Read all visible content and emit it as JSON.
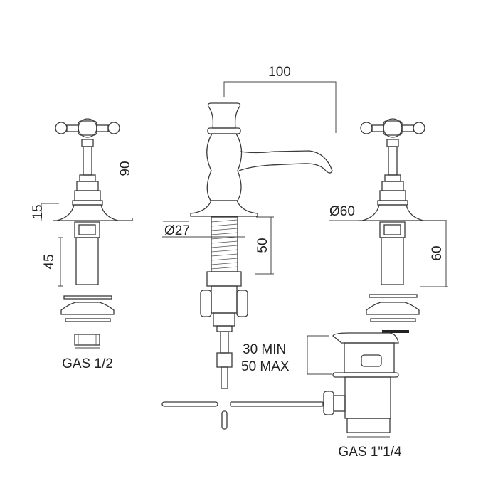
{
  "title": "Three-hole basin mixer technical drawing",
  "dimensions": {
    "spout_reach": "100",
    "tap_height": "90",
    "flange_height": "15",
    "tap_shank": "45",
    "shank_diameter": "Ø27",
    "shank_length": "50",
    "flange_diameter": "Ø60",
    "tap_shank_right": "60",
    "thickness_min": "30 MIN",
    "thickness_max": "50 MAX"
  },
  "connections": {
    "tap_thread": "GAS 1/2",
    "waste_thread": "GAS 1\"1/4"
  }
}
